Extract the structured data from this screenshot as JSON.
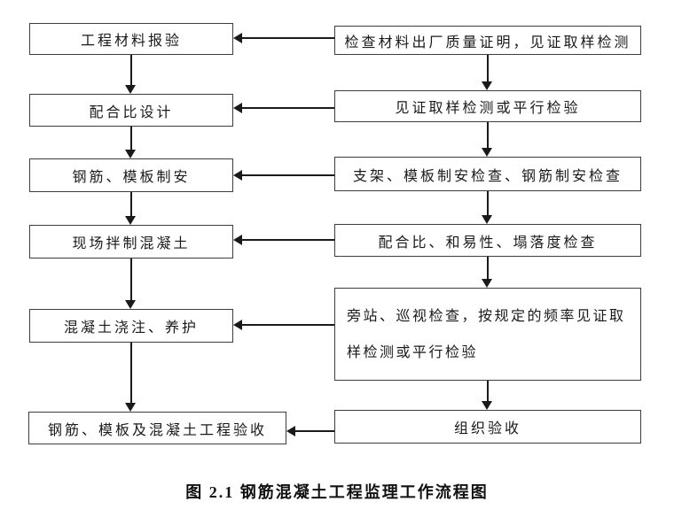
{
  "figure": {
    "caption": "图 2.1  钢筋混凝土工程监理工作流程图",
    "left_nodes": [
      {
        "label": "工程材料报验"
      },
      {
        "label": "配合比设计"
      },
      {
        "label": "钢筋、模板制安"
      },
      {
        "label": "现场拌制混凝土"
      },
      {
        "label": "混凝土浇注、养护"
      },
      {
        "label": "钢筋、模板及混凝土工程验收"
      }
    ],
    "right_nodes": [
      {
        "label": "检查材料出厂质量证明，见证取样检测"
      },
      {
        "label": "见证取样检测或平行检验"
      },
      {
        "label": "支架、模板制安检查、钢筋制安检查"
      },
      {
        "label": "配合比、和易性、塌落度检查"
      },
      {
        "label": "旁站、巡视检查，按规定的频率见证取样检测或平行检验",
        "line1": "旁站、巡视检查，按规定的频率见证取",
        "line2": "样检测或平行检验"
      },
      {
        "label": "组织验收"
      }
    ],
    "colors": {
      "border": "#3d3d3d",
      "line": "#1a1a1a",
      "text": "#1a1a1a",
      "background": "#ffffff"
    }
  }
}
